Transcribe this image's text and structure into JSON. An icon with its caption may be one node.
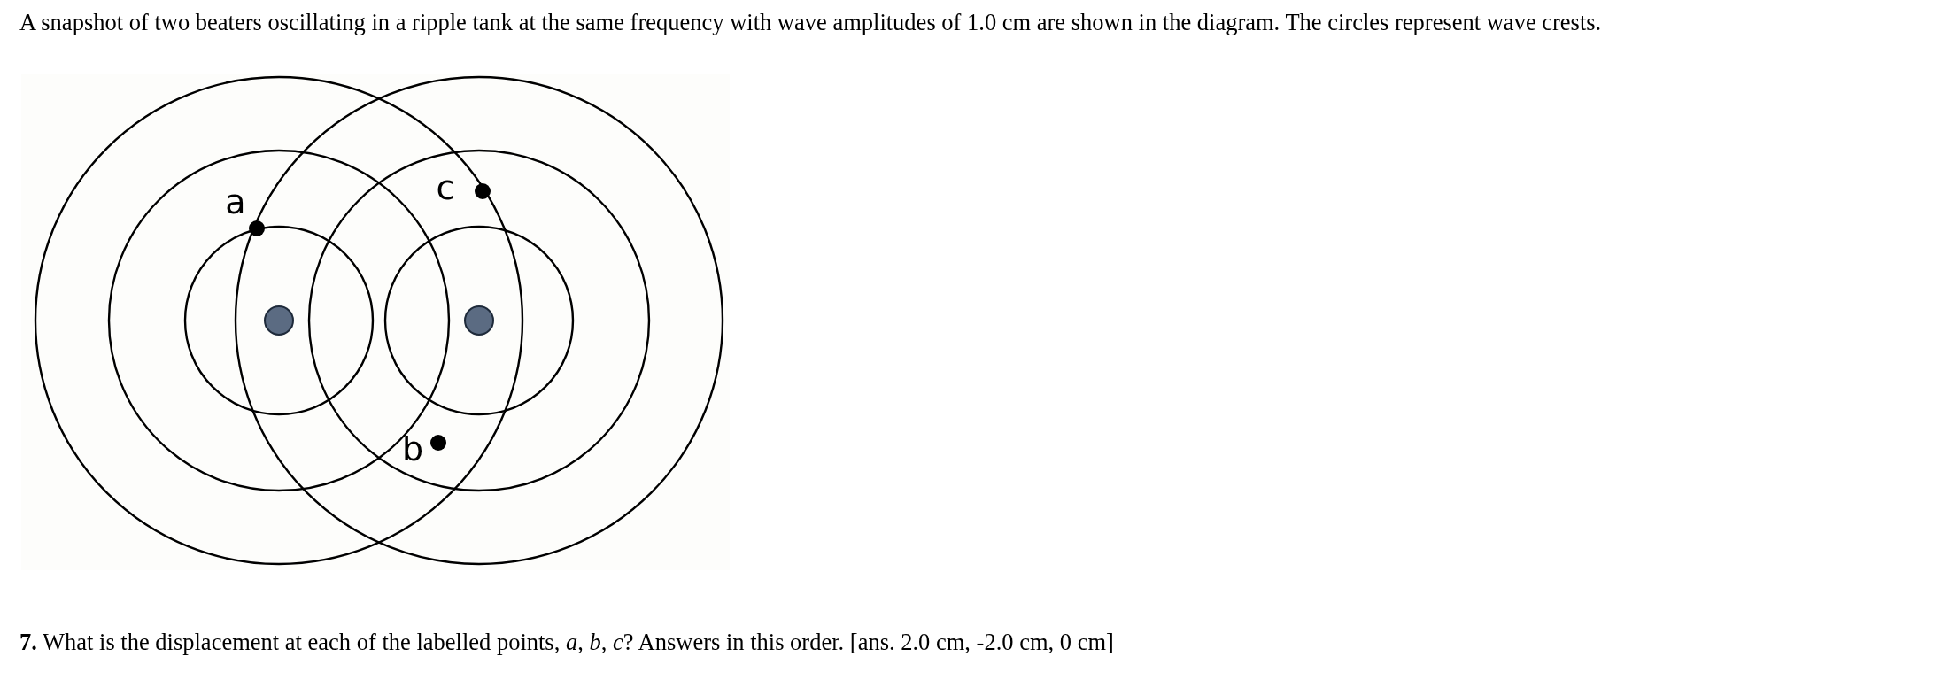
{
  "diagram": {
    "title": "A snapshot of two beaters oscillating in a ripple tank at the same frequency with wave amplitudes of 1.0 cm are shown in the diagram. The circles represent wave crests.",
    "labels": [
      "a",
      "c",
      "b",
      "**7.** What is the displacement at each of the labelled points, *a*, *b*, *c*? Answers in this order. [ans. 2.0 cm, -2.0 cm, 0 cm]"
    ]
  }
}
